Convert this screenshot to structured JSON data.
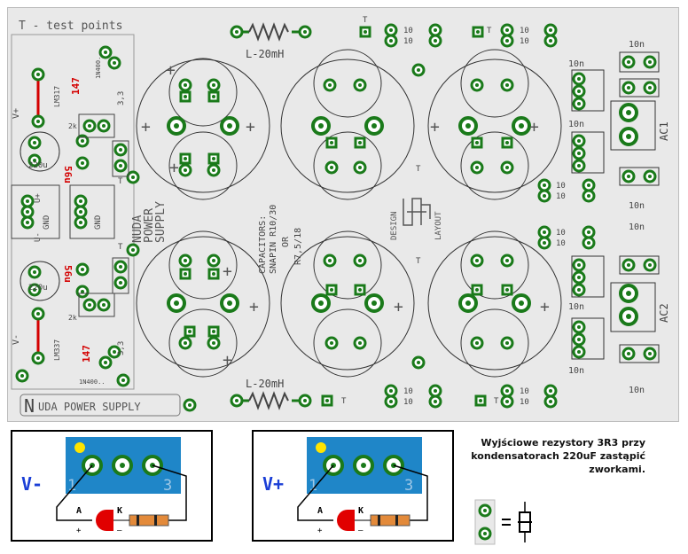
{
  "board": {
    "test_points_title": "T - test points",
    "inductor_top": "L-20mH",
    "inductor_bottom": "L-20mH",
    "tp_label": "T",
    "r10": "10",
    "c10n": "10n",
    "ac1": "AC1",
    "ac2": "AC2",
    "capacitors_line1": "CAPACITORS:",
    "capacitors_line2": "SNAPIN R10/30",
    "capacitors_line3": "OR",
    "capacitors_line4": "R7,5/18",
    "nuda_vertical_1": "NUDA",
    "nuda_vertical_2": "POWER",
    "nuda_vertical_3": "SUPPLY",
    "design_label": "DESIGN",
    "layout_label": "LAYOUT",
    "logo_letters": "N",
    "bottom_title": "UDA POWER SUPPLY",
    "r147_top": "147",
    "r147_bottom": "147",
    "c56u_top": "56u",
    "c56u_bottom": "56u",
    "c220u_top": "220u",
    "c220u_bottom": "220u",
    "lm317": "LM317",
    "lm337": "LM337",
    "diode_top": "1N400..",
    "diode_bottom": "1N400..",
    "r2k_top": "2k",
    "r2k_bottom": "2k",
    "r33_top": "3,3",
    "r33_bottom": "3,3",
    "gnd": "GND",
    "vplus_side": "V+",
    "vminus_side": "V-",
    "uplus": "U+",
    "uminus": "U-"
  },
  "panels": [
    {
      "label": "V-",
      "pin1": "1",
      "pin3": "3",
      "anode": "A",
      "cathode": "K",
      "plus": "+",
      "minus": "–"
    },
    {
      "label": "V+",
      "pin1": "1",
      "pin3": "3",
      "anode": "A",
      "cathode": "K",
      "plus": "+",
      "minus": "–"
    }
  ],
  "note": {
    "line1": "Wyjściowe rezystory 3R3 przy",
    "line2": "kondensatorach 220uF zastąpić",
    "line3": "zworkami."
  },
  "colors": {
    "board": "#e9e9e9",
    "pad_green": "#1a7a1a",
    "silk": "#3a3a3a",
    "red_trace": "#d40000",
    "blue_regulator": "#1f86c8",
    "yellow_dot": "#ffe400",
    "resistor": "#e38a3a"
  }
}
